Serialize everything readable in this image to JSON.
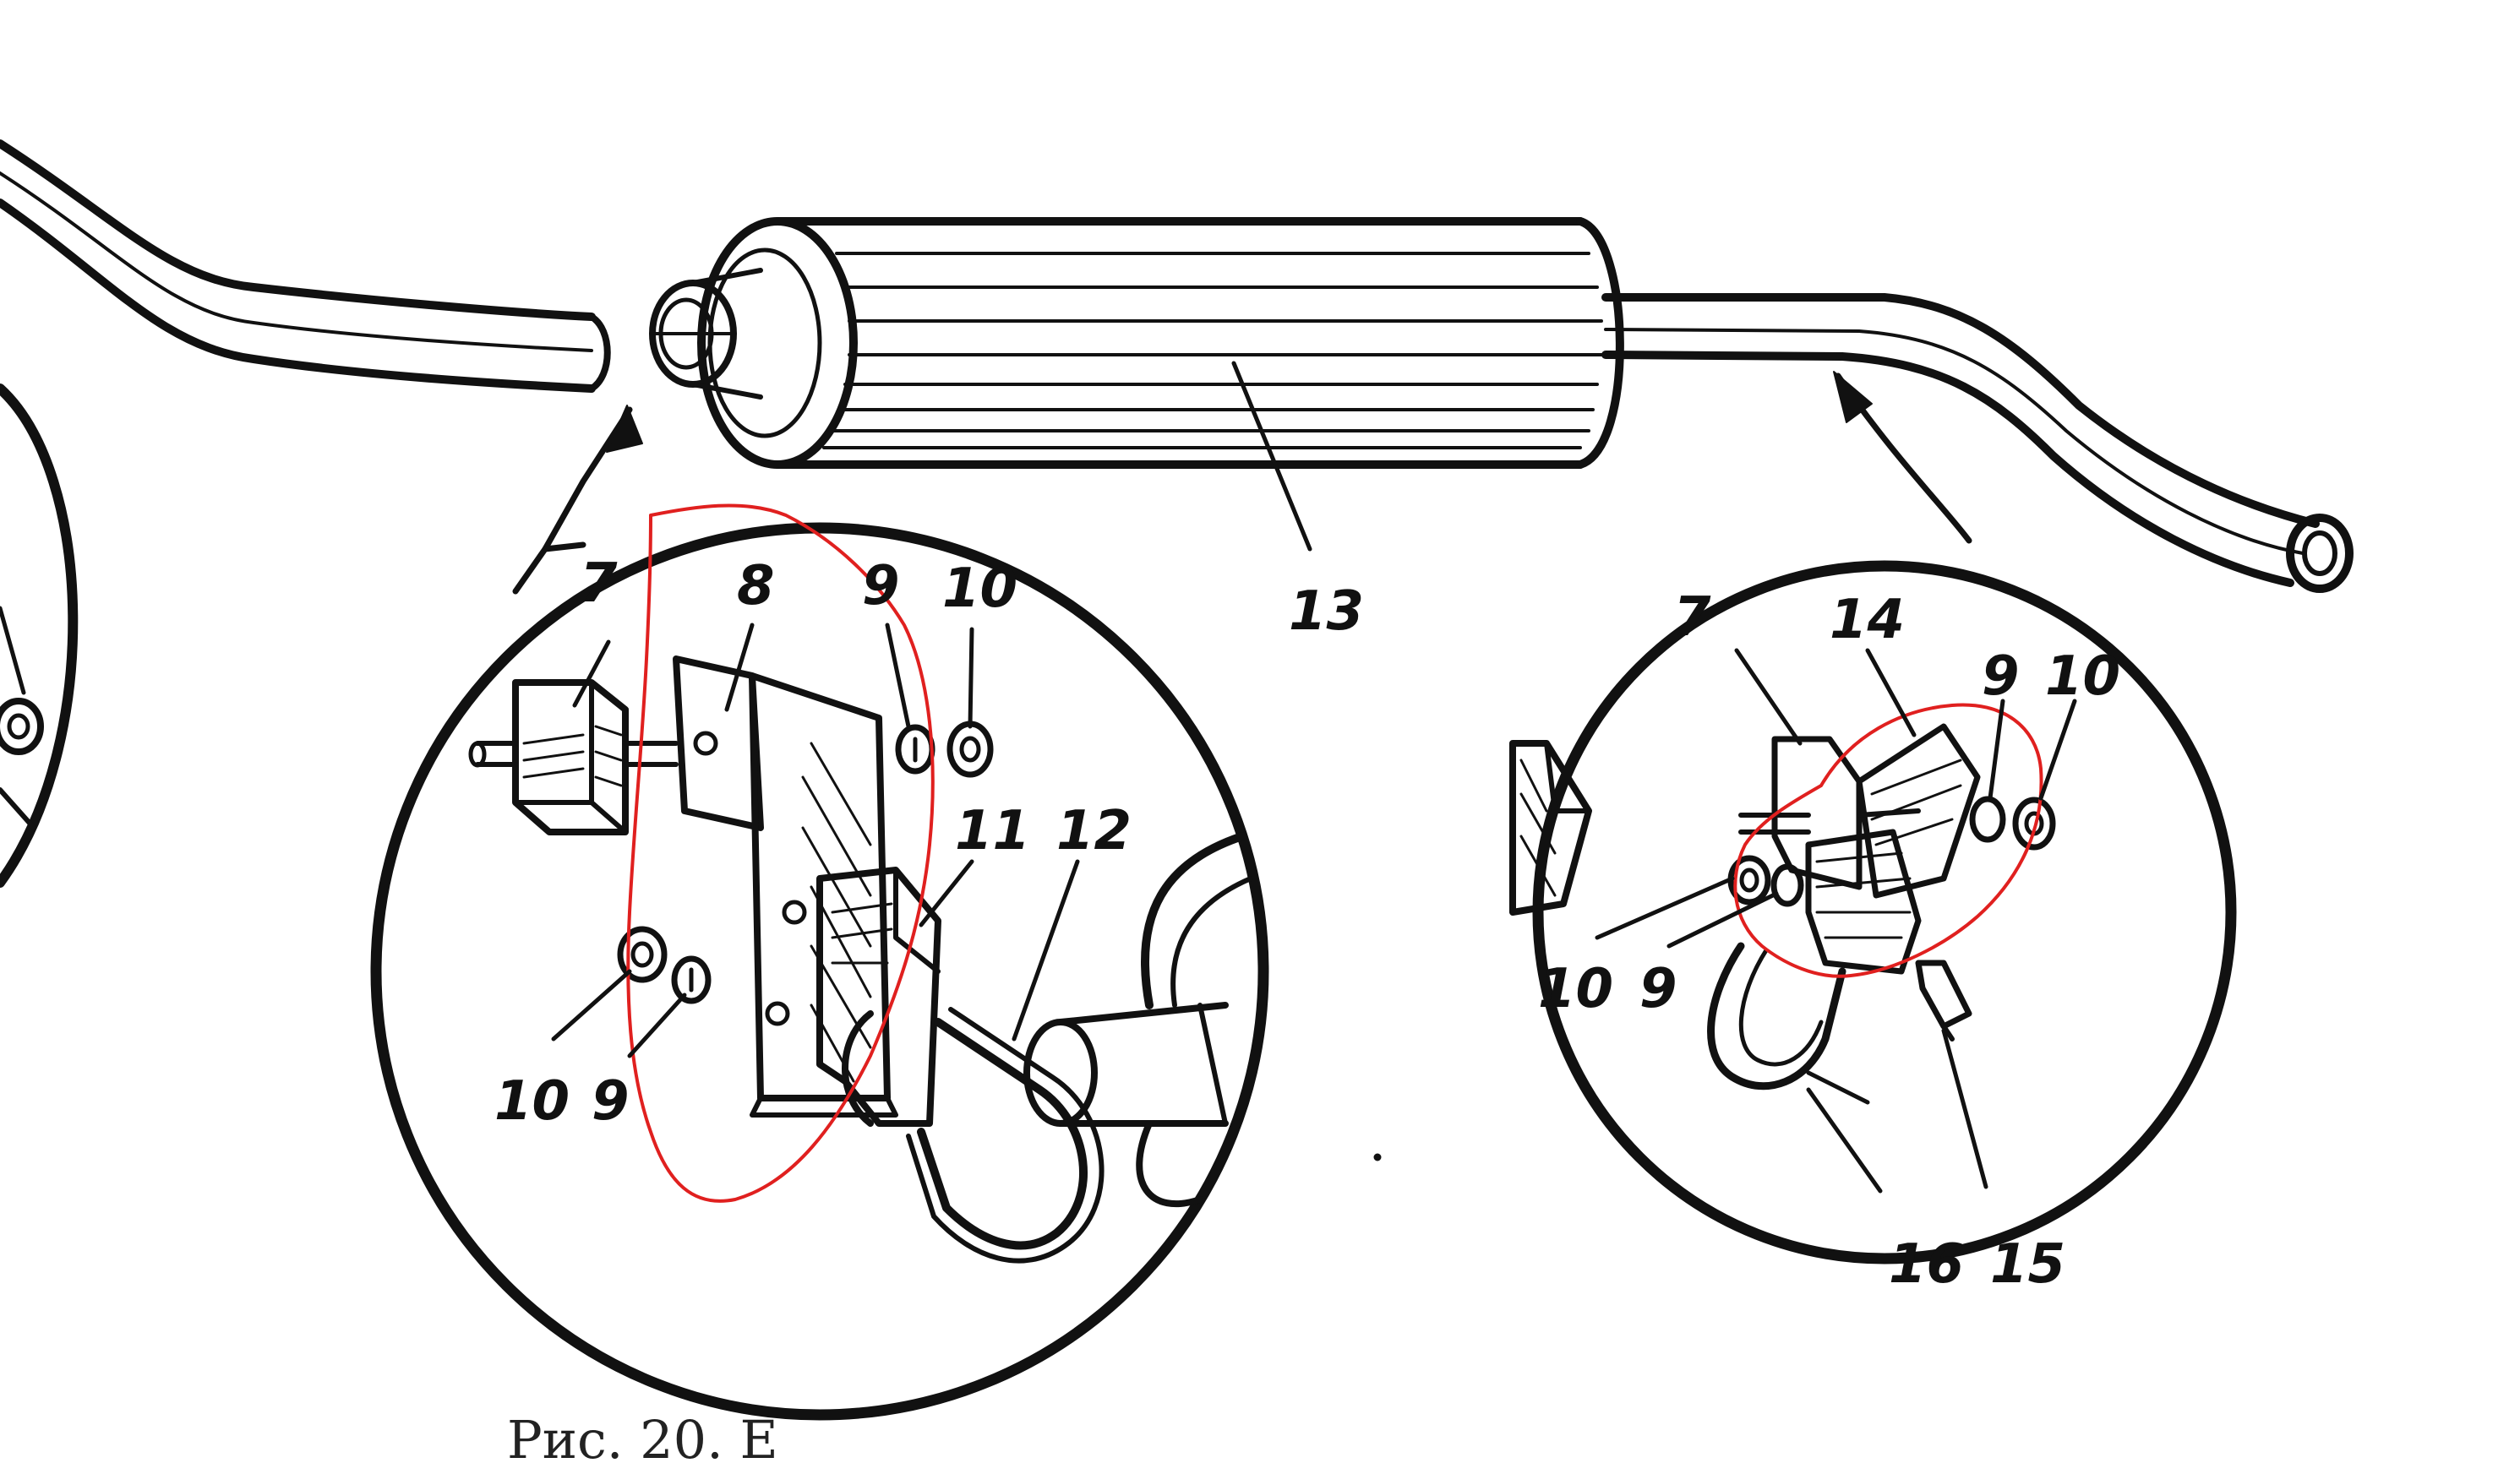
{
  "figure": {
    "caption": "Рис. 20. Е",
    "colors": {
      "ink": "#111111",
      "markup": "#e0201f",
      "background": "#ffffff"
    },
    "labels": {
      "left_inset": {
        "clamp_top": "7",
        "bracket": "8",
        "washer_top": "9",
        "nut_top": "10",
        "clamp_half": "11",
        "u_bolt": "12",
        "nut_bottom": "10",
        "washer_bottom": "9"
      },
      "muffler": "13",
      "right_inset": {
        "clamp_top": "7",
        "strap": "14",
        "washer_top": "9",
        "nut_top": "10",
        "nut_bottom": "10",
        "washer_bottom": "9",
        "band": "16",
        "bolt": "15"
      }
    }
  }
}
